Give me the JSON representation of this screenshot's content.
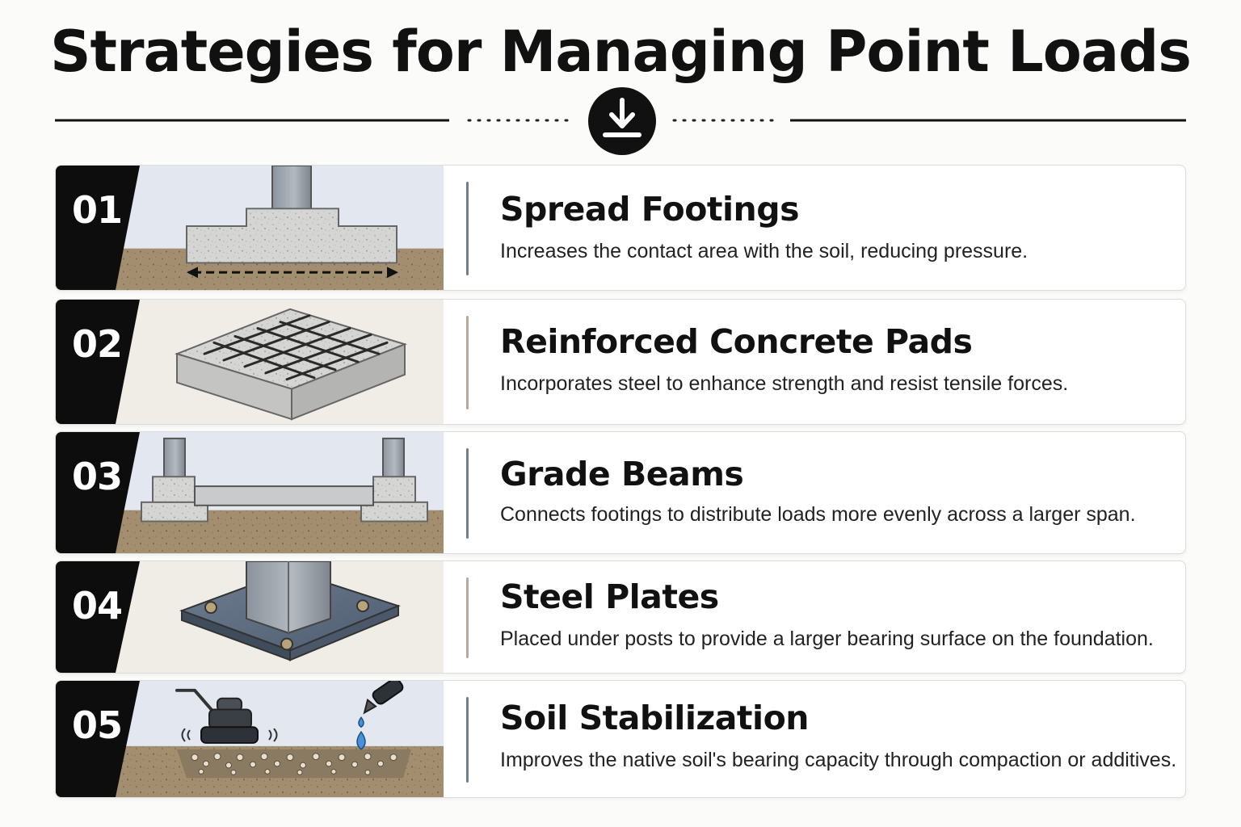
{
  "title": "Strategies for Managing Point Loads",
  "header_icon": "download-arrow-icon",
  "strategies": [
    {
      "number": "01",
      "title": "Spread Footings",
      "description": "Increases the contact area with the soil, reducing pressure.",
      "illustration": "spread-footing-illustration"
    },
    {
      "number": "02",
      "title": "Reinforced Concrete Pads",
      "description": "Incorporates steel to enhance strength and resist tensile forces.",
      "illustration": "rebar-pad-illustration"
    },
    {
      "number": "03",
      "title": "Grade Beams",
      "description": "Connects footings to distribute loads more evenly across a larger span.",
      "illustration": "grade-beam-illustration"
    },
    {
      "number": "04",
      "title": "Steel Plates",
      "description": "Placed under posts to provide a larger bearing surface on the foundation.",
      "illustration": "steel-plate-illustration"
    },
    {
      "number": "05",
      "title": "Soil Stabilization",
      "description": "Improves the native soil's bearing capacity through compaction or additives.",
      "illustration": "soil-stabilization-illustration"
    }
  ]
}
